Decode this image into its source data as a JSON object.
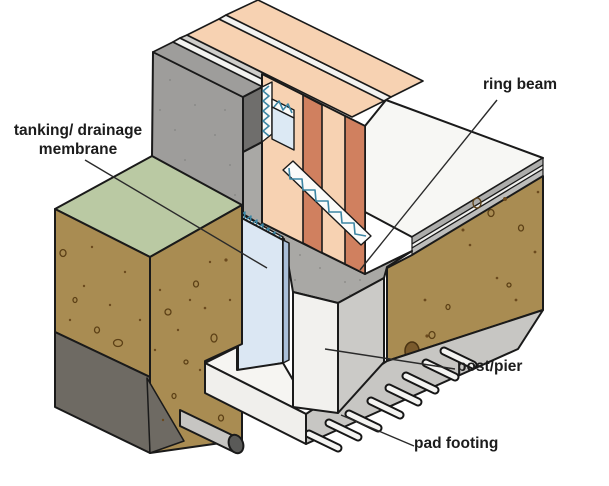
{
  "figure": {
    "kind": "construction-detail-diagram",
    "subject": "basement wall, ring beam, post/pier and pad footing cutaway",
    "labels": [
      {
        "id": "tanking-membrane",
        "lines": [
          "tanking/ drainage",
          "membrane"
        ]
      },
      {
        "id": "ring-beam",
        "lines": [
          "ring beam"
        ]
      },
      {
        "id": "post-pier",
        "lines": [
          "post/pier"
        ]
      },
      {
        "id": "pad-footing",
        "lines": [
          "pad footing"
        ]
      }
    ],
    "colors": {
      "outline": "#1a1a1a",
      "soil_brown": "#a98c52",
      "subsoil_dark": "#6e6a63",
      "grass_green": "#bac9a3",
      "concrete_grey": "#9e9d9b",
      "ring_beam_grey": "#a9a8a5",
      "slab_white": "#f7f7f4",
      "timber_peach": "#f7d2b2",
      "stud_salmon": "#d0805f",
      "insulation_teal": "#3d86a4",
      "membrane_blue": "#dbe7f3",
      "rebar_white": "#f4f4f2"
    }
  }
}
